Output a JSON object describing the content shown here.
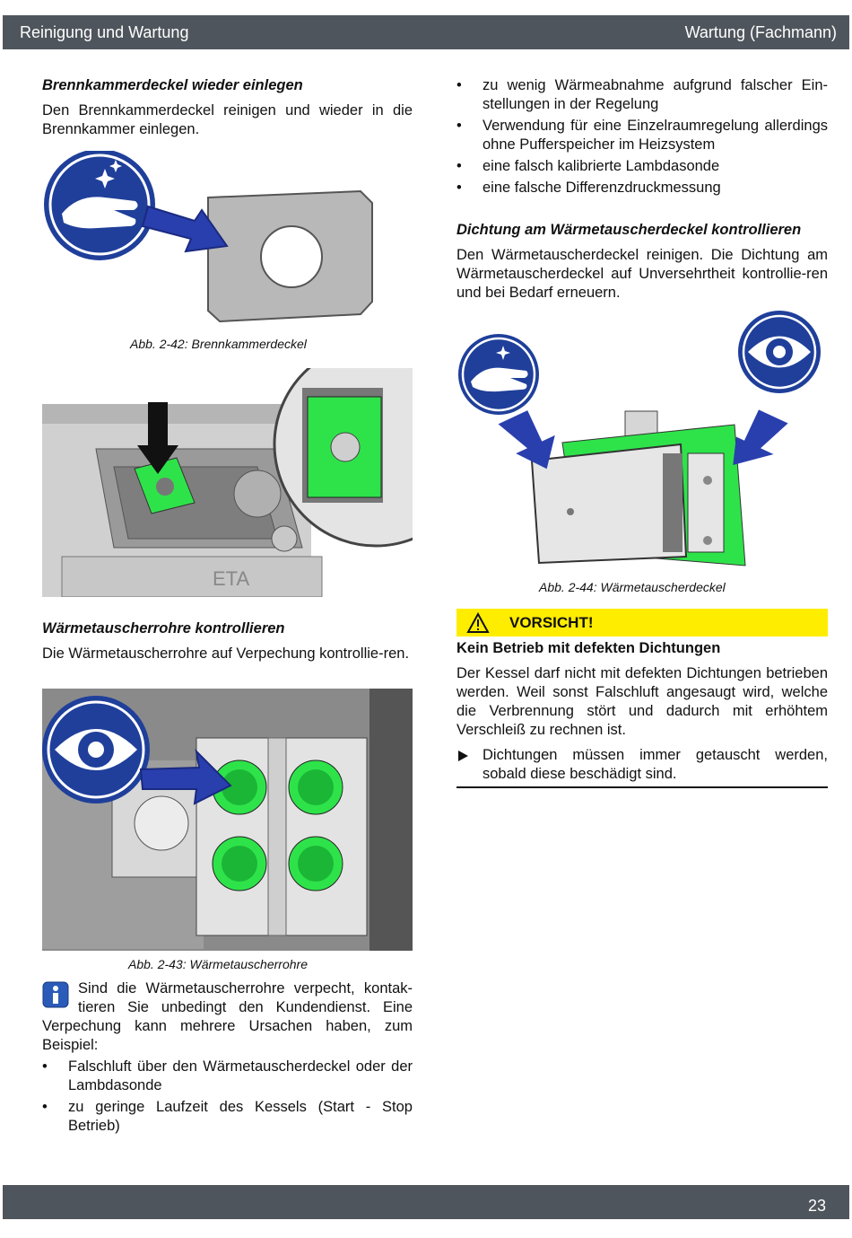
{
  "header": {
    "left": "Reinigung und Wartung",
    "right": "Wartung (Fachmann)"
  },
  "footer": {
    "page": "23"
  },
  "left": {
    "s1_title": "Brennkammerdeckel wieder einlegen",
    "s1_text": "Den Brennkammerdeckel reinigen und wieder in die Brennkammer einlegen.",
    "fig42_caption": "Abb. 2-42: Brennkammerdeckel",
    "s2_title": "Wärmetauscherrohre kontrollieren",
    "s2_text": "Die Wärmetauscherrohre auf Verpechung kontrollie-ren.",
    "fig43_caption": "Abb. 2-43: Wärmetauscherrohre",
    "info_text": "Sind die Wärmetauscherrohre verpecht, kontak-tieren Sie unbedingt den Kundendienst. Eine Verpechung kann mehrere Ursachen haben, zum Beispiel:",
    "bullets": [
      "Falschluft über den Wärmetauscherdeckel oder der Lambdasonde",
      "zu geringe Laufzeit des Kessels (Start - Stop Betrieb)"
    ]
  },
  "right": {
    "bullets": [
      "zu wenig Wärmeabnahme aufgrund falscher Ein-stellungen in der Regelung",
      "Verwendung für eine Einzelraumregelung allerdings ohne Pufferspeicher im Heizsystem",
      "eine falsch kalibrierte Lambdasonde",
      "eine falsche Differenzdruckmessung"
    ],
    "s3_title": "Dichtung am Wärmetauscherdeckel kontrollieren",
    "s3_text": "Den Wärmetauscherdeckel reinigen. Die Dichtung am Wärmetauscherdeckel auf Unversehrtheit kontrollie-ren und bei Bedarf erneuern.",
    "fig44_caption": "Abb. 2-44: Wärmetauscherdeckel",
    "warning": {
      "label": "VORSICHT!",
      "title": "Kein Betrieb mit defekten Dichtungen",
      "text": "Der Kessel darf nicht mit defekten Dichtungen betrieben werden. Weil sonst Falschluft angesaugt wird, welche die Verbrennung stört und dadurch mit erhöhtem Verschleiß zu rechnen ist.",
      "action": "Dichtungen müssen immer getauscht werden, sobald diese beschädigt sind."
    }
  },
  "colors": {
    "header_bg": "#4f555c",
    "warning_bg": "#ffed00",
    "icon_blue": "#1f3f9a",
    "seal_green": "#2ee34a"
  }
}
